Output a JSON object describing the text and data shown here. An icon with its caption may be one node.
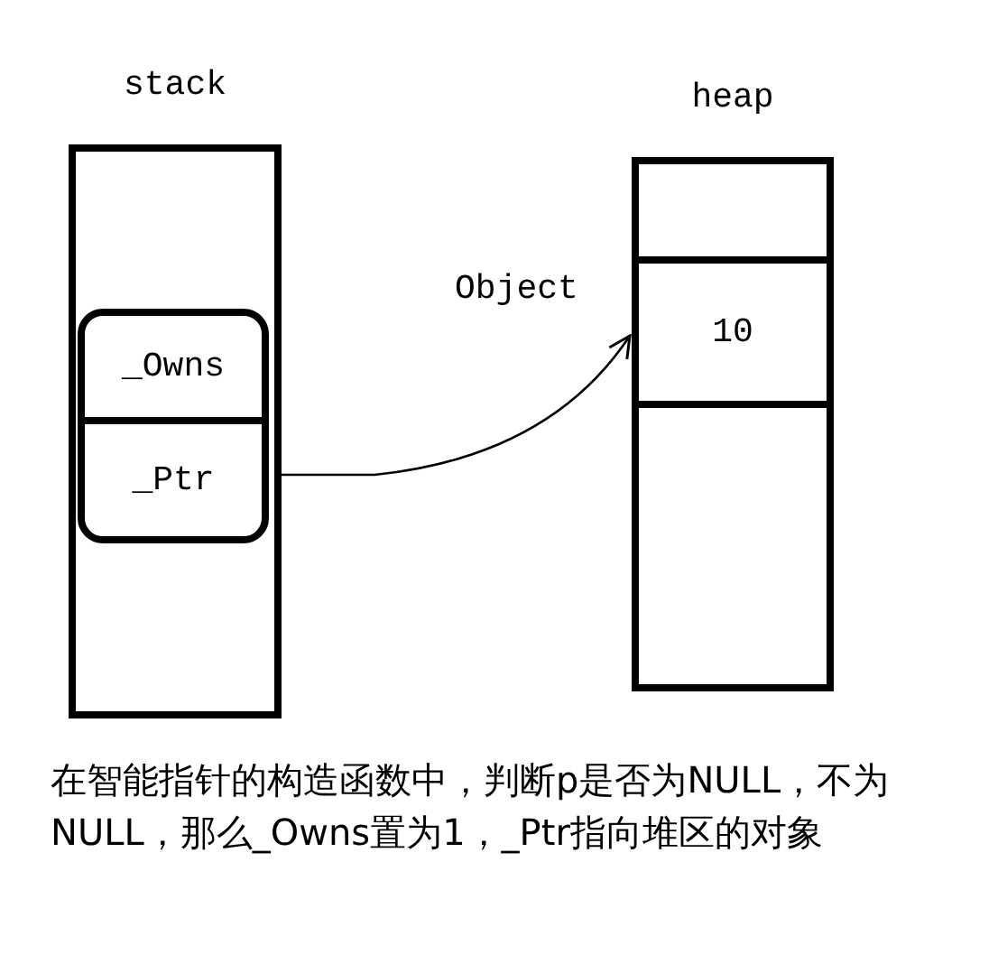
{
  "diagram": {
    "caption": "在智能指针的构造函数中，判断p是否为NULL，不为NULL，那么_Owns置为1，_Ptr指向堆区的对象",
    "nodes": [
      {
        "text": [
          "stack"
        ]
      },
      {
        "text": [],
        "shape": "box",
        "in": 0
      },
      {
        "text": [
          "_Owns"
        ],
        "in": 1
      },
      {
        "text": [
          "_Ptr"
        ],
        "in": 1
      },
      {
        "text": [
          "heap"
        ]
      },
      {
        "text": [],
        "shape": "box",
        "in": 4
      },
      {
        "text": [
          "10"
        ],
        "in": 4
      },
      {
        "text": [],
        "shape": "box",
        "in": 4
      }
    ],
    "labels": [
      "Object"
    ],
    "edges": [
      {
        "from": 3,
        "to": 6,
        "arrow": "to"
      }
    ]
  }
}
